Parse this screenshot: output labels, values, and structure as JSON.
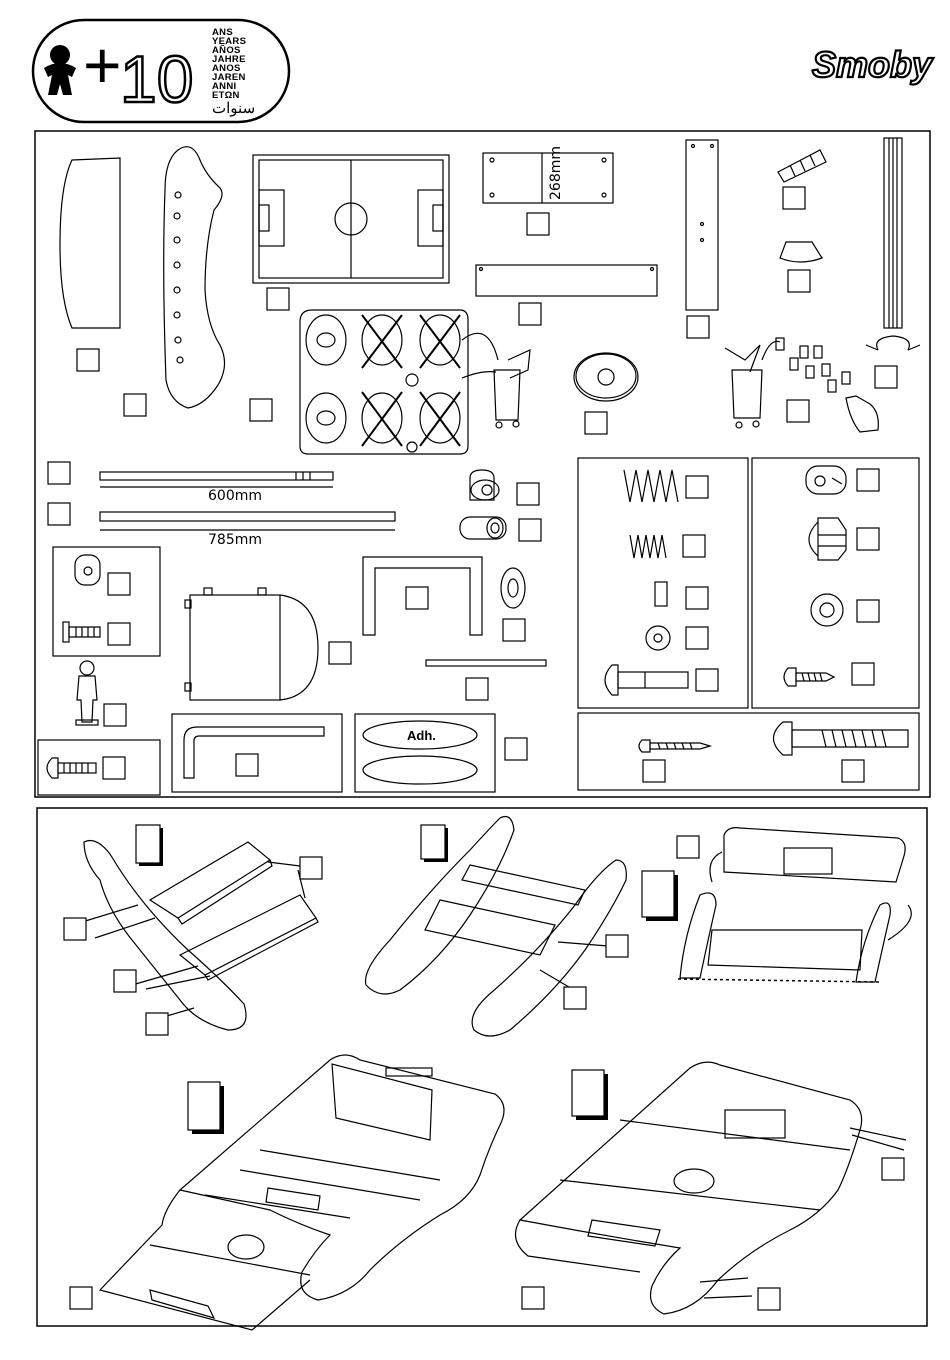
{
  "age_badge": {
    "plus_sign": "+",
    "age": "10",
    "words": [
      "ANS",
      "YEARS",
      "AÑOS",
      "JAHRE",
      "ANOS",
      "JAREN",
      "ANNI",
      "ΕΤΩΝ",
      "سنوات"
    ]
  },
  "brand": {
    "name": "Smoby"
  },
  "dimensions": {
    "plate": "268mm",
    "rod_short": "600mm",
    "rod_long": "785mm"
  },
  "sticker": {
    "label": "Adh."
  },
  "icons": {
    "age_badge": "child-silhouette-icon",
    "forbidden": "cross-out-icon"
  }
}
